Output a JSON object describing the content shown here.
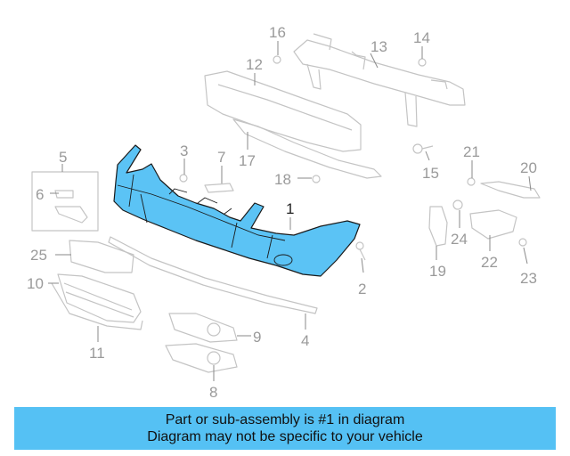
{
  "diagram": {
    "highlight_color": "#5bc3f5",
    "callouts": [
      {
        "id": "1",
        "label": "1",
        "highlighted": true
      },
      {
        "id": "2",
        "label": "2"
      },
      {
        "id": "3",
        "label": "3"
      },
      {
        "id": "4",
        "label": "4"
      },
      {
        "id": "5",
        "label": "5"
      },
      {
        "id": "6",
        "label": "6"
      },
      {
        "id": "7",
        "label": "7"
      },
      {
        "id": "8",
        "label": "8"
      },
      {
        "id": "9",
        "label": "9"
      },
      {
        "id": "10",
        "label": "10"
      },
      {
        "id": "11",
        "label": "11"
      },
      {
        "id": "12",
        "label": "12"
      },
      {
        "id": "13",
        "label": "13"
      },
      {
        "id": "14",
        "label": "14"
      },
      {
        "id": "15",
        "label": "15"
      },
      {
        "id": "16",
        "label": "16"
      },
      {
        "id": "17",
        "label": "17"
      },
      {
        "id": "18",
        "label": "18"
      },
      {
        "id": "19",
        "label": "19"
      },
      {
        "id": "20",
        "label": "20"
      },
      {
        "id": "21",
        "label": "21"
      },
      {
        "id": "22",
        "label": "22"
      },
      {
        "id": "23",
        "label": "23"
      },
      {
        "id": "24",
        "label": "24"
      },
      {
        "id": "25",
        "label": "25"
      }
    ]
  },
  "footer": {
    "line1": "Part or sub-assembly is #1 in diagram",
    "line2": "Diagram may not be specific to your vehicle",
    "background": "#55c1f4"
  }
}
